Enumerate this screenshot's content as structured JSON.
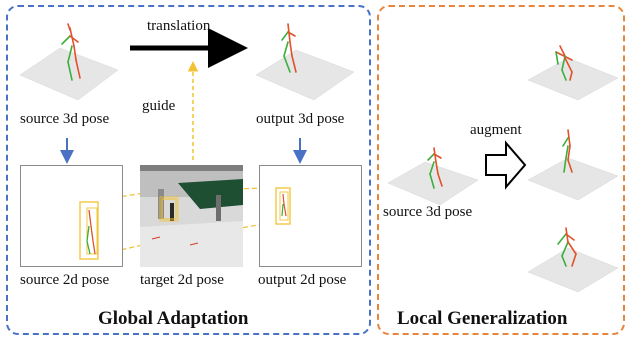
{
  "global": {
    "title": "Global Adaptation",
    "source_3d_label": "source 3d pose",
    "output_3d_label": "output 3d pose",
    "source_2d_label": "source 2d pose",
    "target_2d_label": "target 2d pose",
    "output_2d_label": "output 2d pose",
    "translation_label": "translation",
    "guide_label": "guide"
  },
  "local": {
    "title": "Local Generalization",
    "source_3d_label": "source 3d pose",
    "augment_label": "augment"
  },
  "colors": {
    "global_border": "#4a72c4",
    "local_border": "#e8853d",
    "guide_arrow": "#f2c232",
    "down_arrow": "#4a72c4",
    "bone_left": "#3cae3c",
    "bone_right": "#e0522a",
    "bbox": "#f2c232",
    "floor": "#e6e6e6"
  }
}
